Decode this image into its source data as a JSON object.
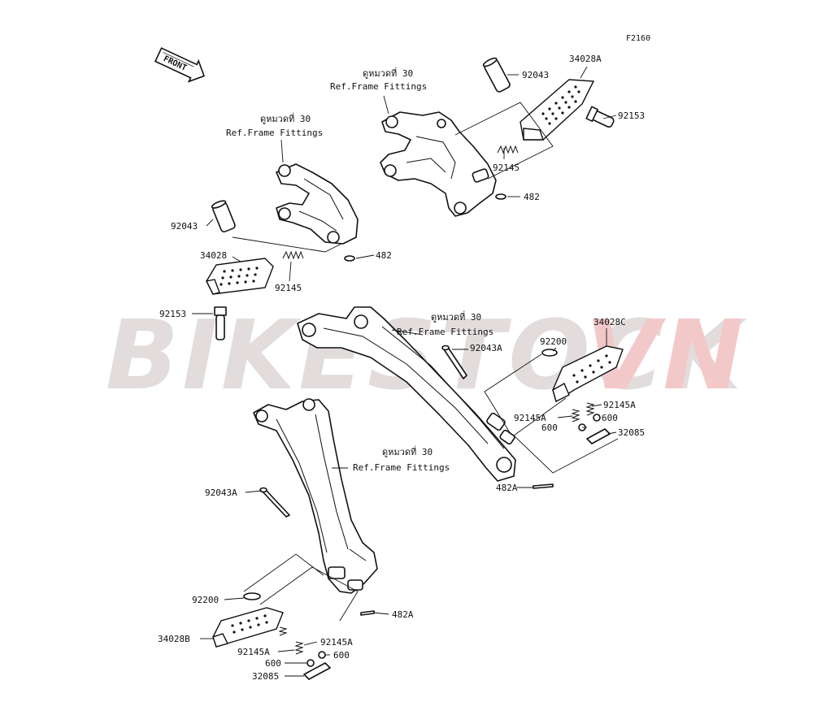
{
  "figure_code": "F2160",
  "watermark": {
    "text_main": "BIKESTOCK",
    "text_accent": "VN",
    "main_color": "#e2dcdc",
    "accent_color": "#f3c8c8"
  },
  "front_arrow_label": "FRONT",
  "references": {
    "ref1_thai": "ดูหมวดที่ 30",
    "ref1_en": "Ref.Frame Fittings",
    "ref2_thai": "ดูหมวดที่ 30",
    "ref2_en": "Ref.Frame Fittings",
    "ref3_thai": "ดูหมวดที่ 30",
    "ref3_en": "Ref.Frame Fittings",
    "ref4_thai": "ดูหมวดที่ 30",
    "ref4_en": "Ref.Frame Fittings"
  },
  "labels": {
    "p92043_top": "92043",
    "p34028A": "34028A",
    "p92153_right": "92153",
    "p92145_top": "92145",
    "p482_top": "482",
    "p92043_left": "92043",
    "p34028": "34028",
    "p92145_left": "92145",
    "p482_left": "482",
    "p92153_left": "92153",
    "p92043A_right": "92043A",
    "p92200_right": "92200",
    "p34028C": "34028C",
    "p92145A_right1": "92145A",
    "p92145A_right2": "92145A",
    "p600_right1": "600",
    "p600_right2": "600",
    "p32085_right": "32085",
    "p482A_right": "482A",
    "p92043A_left": "92043A",
    "p92200_left": "92200",
    "p482A_left": "482A",
    "p34028B": "34028B",
    "p92145A_left1": "92145A",
    "p92145A_left2": "92145A",
    "p600_left1": "600",
    "p600_left2": "600",
    "p32085_left": "32085"
  }
}
